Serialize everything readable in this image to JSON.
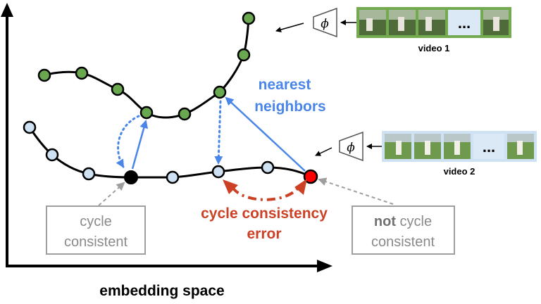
{
  "axis": {
    "xlabel": "embedding space"
  },
  "labels": {
    "nearest_neighbors_line1": "nearest",
    "nearest_neighbors_line2": "neighbors",
    "cycle_error_line1": "cycle consistency",
    "cycle_error_line2": "error",
    "consistent_line1": "cycle",
    "consistent_line2": "consistent",
    "not_consistent_bold": "not",
    "not_consistent_rest": " cycle",
    "not_consistent_line2": "consistent",
    "encoder_symbol": "ϕ",
    "filmstrip_ellipsis": "...",
    "video1": "video 1",
    "video2": "video 2"
  },
  "colors": {
    "green_node": "#6aa84f",
    "blue_node": "#cfe2f3",
    "blue_arrow": "#4a86e8",
    "red_error": "#cc4125",
    "red_node": "#ff0000",
    "gray_box": "#9e9e9e",
    "black": "#000000"
  }
}
